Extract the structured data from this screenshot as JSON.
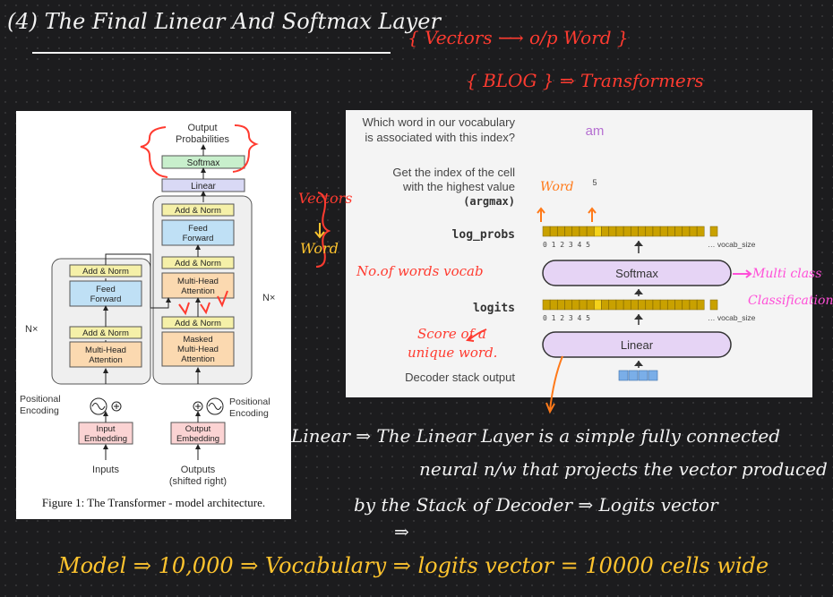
{
  "heading": "(4) The Final Linear And Softmax Layer",
  "notes": {
    "line1": "{ Vectors ⟶ o/p Word }",
    "line2": "{ BLOG } ⇒ Transformers"
  },
  "architecture": {
    "output_probabilities_1": "Output",
    "output_probabilities_2": "Probabilities",
    "softmax": "Softmax",
    "linear": "Linear",
    "add_norm": "Add & Norm",
    "feed_1": "Feed",
    "feed_2": "Forward",
    "mha_1": "Multi-Head",
    "mha_2": "Attention",
    "masked_1": "Masked",
    "masked_2": "Multi-Head",
    "masked_3": "Attention",
    "nx": "N×",
    "pos_1": "Positional",
    "pos_2": "Encoding",
    "input_emb_1": "Input",
    "input_emb_2": "Embedding",
    "output_emb_1": "Output",
    "output_emb_2": "Embedding",
    "inputs": "Inputs",
    "outputs_1": "Outputs",
    "outputs_2": "(shifted right)",
    "caption": "Figure 1: The Transformer - model architecture."
  },
  "decode": {
    "q1": "Which word in our vocabulary",
    "q2": "is associated with this index?",
    "word": "am",
    "idx1": "Get the index of the cell",
    "idx2": "with the highest value",
    "idx3": "(argmax)",
    "index_value": "5",
    "log_probs": "log_probs",
    "ticks": "0 1 2 3 4 5",
    "vocab_size": "… vocab_size",
    "softmax": "Softmax",
    "logits": "logits",
    "linear": "Linear",
    "decoder_output": "Decoder stack output"
  },
  "annotations": {
    "vectors": "Vectors",
    "word": "Word",
    "no_words": "No.of words vocab",
    "score1": "Score of a",
    "score2": "unique word.",
    "word_small": "Word",
    "multi1": "Multi class",
    "multi2": "Classification"
  },
  "linear_note": {
    "l1": "Linear ⇒ The Linear Layer is a simple fully connected",
    "l2": "neural n/w that projects the vector produced",
    "l3": "by the Stack of Decoder ⇒ Logits vector",
    "l4": "⇒"
  },
  "bottom": "Model ⇒ 10,000 ⇒ Vocabulary ⇒ logits vector = 10000 cells wide",
  "colors": {
    "red": "#ff3b30",
    "yellow": "#ffc42e",
    "pink": "#ff4fd8",
    "softmax_fill": "#e6d4f5",
    "cell": "#c9a100",
    "cell_hi": "#f5d21a",
    "blue_cell": "#7aaee8"
  }
}
